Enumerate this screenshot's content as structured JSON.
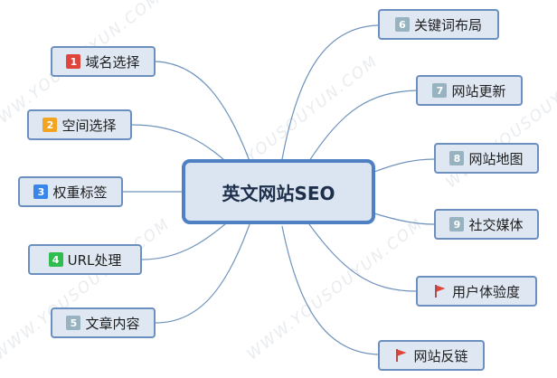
{
  "center": {
    "label": "英文网站SEO",
    "color": "#4f80c4"
  },
  "left_branches": [
    {
      "num": "1",
      "label": "域名选择",
      "badge_color": "#e0453c"
    },
    {
      "num": "2",
      "label": "空间选择",
      "badge_color": "#f3a521"
    },
    {
      "num": "3",
      "label": "权重标签",
      "badge_color": "#3a86e8"
    },
    {
      "num": "4",
      "label": "URL处理",
      "badge_color": "#2ebd4e"
    },
    {
      "num": "5",
      "label": "文章内容",
      "badge_color": "#97b3c0"
    }
  ],
  "right_branches": [
    {
      "num": "6",
      "label": "关键词布局",
      "marker": "number-badge",
      "badge_color": "#97b3c0"
    },
    {
      "num": "7",
      "label": "网站更新",
      "marker": "number-badge",
      "badge_color": "#97b3c0"
    },
    {
      "num": "8",
      "label": "网站地图",
      "marker": "number-badge",
      "badge_color": "#97b3c0"
    },
    {
      "num": "9",
      "label": "社交媒体",
      "marker": "number-badge",
      "badge_color": "#97b3c0"
    },
    {
      "label": "用户体验度",
      "marker": "flag-icon",
      "badge_color": "#e0453c"
    },
    {
      "label": "网站反链",
      "marker": "flag-icon",
      "badge_color": "#e0453c"
    }
  ],
  "watermark": "WWW.YOUSOUYUN.COM",
  "colors": {
    "node_fill": "#dee7f2",
    "node_border": "#6b8fbe",
    "link": "#6f93bd"
  }
}
